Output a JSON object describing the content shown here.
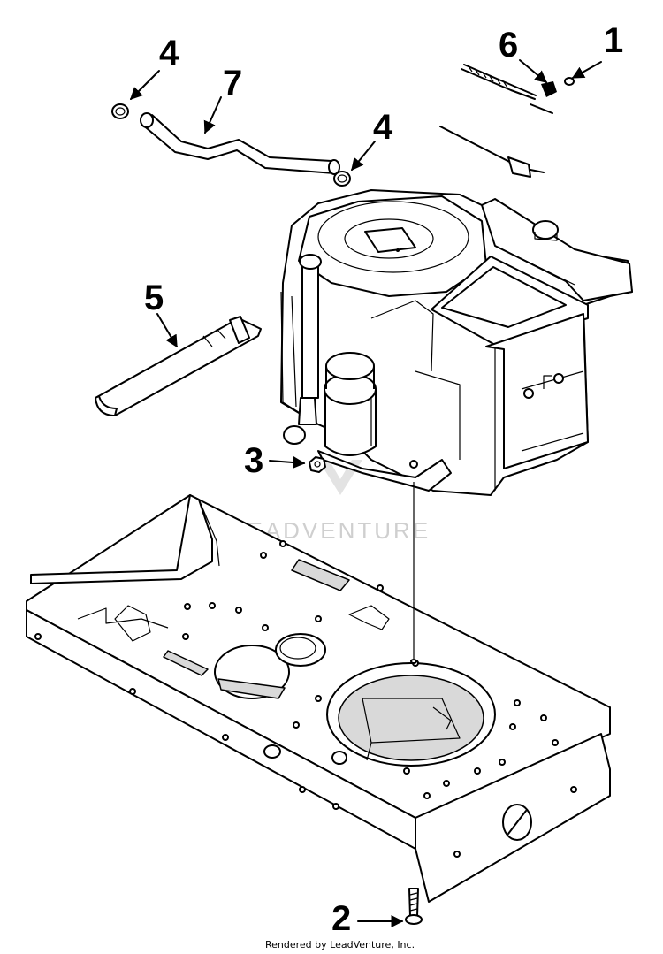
{
  "diagram": {
    "callouts": [
      {
        "id": "c1",
        "label": "1",
        "part": "fastener"
      },
      {
        "id": "c2",
        "label": "2",
        "part": "bolt"
      },
      {
        "id": "c3",
        "label": "3",
        "part": "nut"
      },
      {
        "id": "c4a",
        "label": "4",
        "part": "hose-clamp"
      },
      {
        "id": "c4b",
        "label": "4",
        "part": "hose-clamp"
      },
      {
        "id": "c5",
        "label": "5",
        "part": "heat-shield"
      },
      {
        "id": "c6",
        "label": "6",
        "part": "cable-clamp"
      },
      {
        "id": "c7",
        "label": "7",
        "part": "fuel-line"
      }
    ],
    "watermark": "LEADVENTURE",
    "footer": "Rendered by LeadVenture, Inc."
  }
}
